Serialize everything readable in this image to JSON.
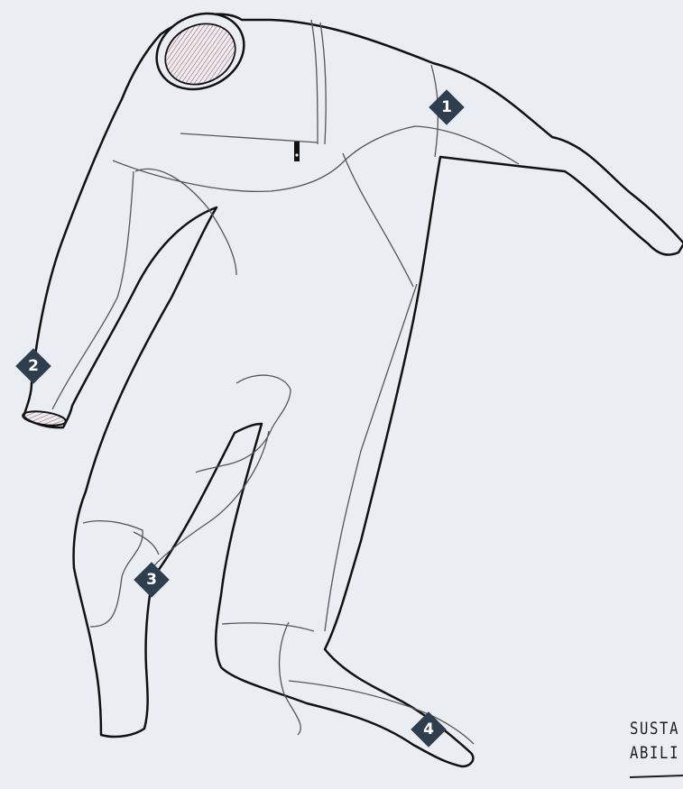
{
  "diagram": {
    "colors": {
      "background": "#eaeef2",
      "suit_fill": "#eaeef2",
      "outline": "#111111",
      "seam": "#555555",
      "marker": "#2e3e4e",
      "seal_hatch": "#b04a4a"
    },
    "markers": [
      {
        "id": "1",
        "label": "1"
      },
      {
        "id": "2",
        "label": "2"
      },
      {
        "id": "3",
        "label": "3"
      },
      {
        "id": "4",
        "label": "4"
      }
    ],
    "corner_text": {
      "line1": "SUSTA",
      "line2": "ABILI"
    }
  }
}
